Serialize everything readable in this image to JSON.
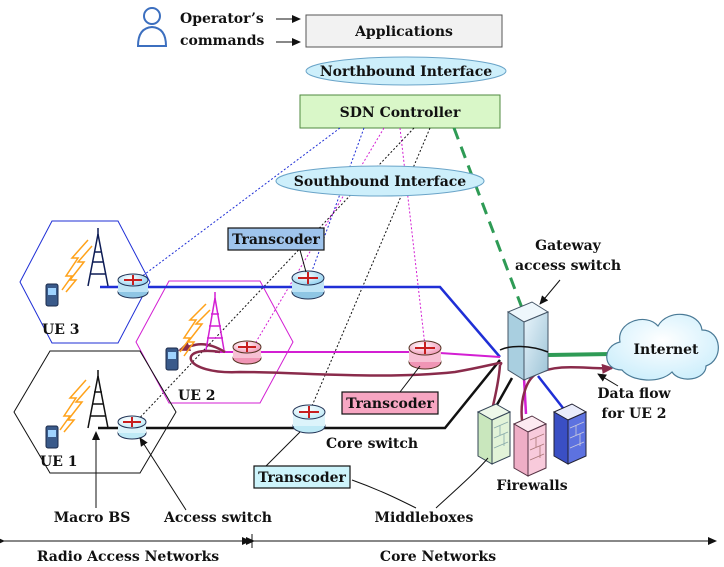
{
  "operator": {
    "line1": "Operator’s",
    "line2": "commands"
  },
  "applications": {
    "label": "Applications"
  },
  "northbound": {
    "label": "Northbound Interface"
  },
  "controller": {
    "label": "SDN Controller"
  },
  "southbound": {
    "label": "Southbound Interface"
  },
  "gateway": {
    "line1": "Gateway",
    "line2": "access switch"
  },
  "internet": {
    "label": "Internet"
  },
  "dataflow": {
    "line1": "Data flow",
    "line2": "for UE 2"
  },
  "transcoders": {
    "top": "Transcoder",
    "middle": "Transcoder",
    "bottom": "Transcoder"
  },
  "ue": {
    "ue1": "UE 1",
    "ue2": "UE 2",
    "ue3": "UE 3"
  },
  "labels": {
    "core_switch": "Core switch",
    "macro_bs": "Macro BS",
    "access_switch": "Access switch",
    "middleboxes": "Middleboxes",
    "firewalls": "Firewalls"
  },
  "footer": {
    "ran": "Radio Access Networks",
    "core": "Core Networks"
  },
  "colors": {
    "applications_fill": "#f2f2f2",
    "interface_fill": "#cdeffb",
    "controller_fill": "#d9f7c8",
    "transcoder_blue": "#9fc4ec",
    "transcoder_pink": "#f7a6c2",
    "transcoder_cyan": "#cdf4fb",
    "path_blue": "#1f2fd6",
    "path_magenta": "#d31fd3",
    "path_black": "#111111",
    "flow_maroon": "#8a2b4b",
    "link_green": "#2e9b55"
  }
}
